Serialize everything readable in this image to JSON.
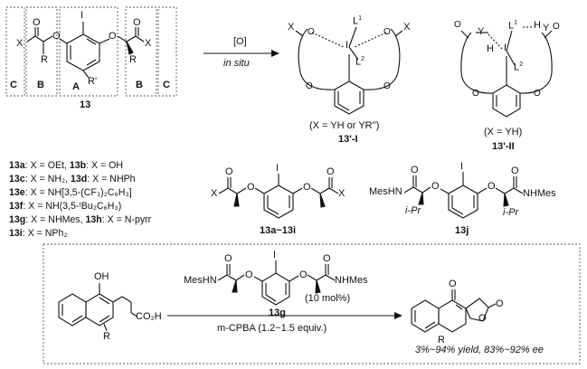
{
  "top_scheme": {
    "compound_label": "13",
    "region_labels": {
      "C_left": "C",
      "B_left": "B",
      "A": "A",
      "B_right": "B",
      "C_right": "C"
    },
    "arrow_above": "[O]",
    "arrow_below": "in situ",
    "intermediate_I_label": "13'-I",
    "intermediate_I_note": "(X = YH or YR'')",
    "intermediate_II_label": "13'-II",
    "intermediate_II_note": "(X = YH)"
  },
  "atoms": {
    "X": "X",
    "O": "O",
    "I": "I",
    "R": "R",
    "R_prime": "R'",
    "Y": "Y",
    "H": "H",
    "L1": "L",
    "L1_sup": "1",
    "L2": "L",
    "L2_sup": "2"
  },
  "compound_list": [
    {
      "id": "13a",
      "text": ": X = OEt, ",
      "id2": "13b",
      "text2": ": X = OH"
    },
    {
      "id": "13c",
      "text": ": X = NH₂, ",
      "id2": "13d",
      "text2": ": X = NHPh"
    },
    {
      "id": "13e",
      "text": ": X = NH[3,5-(CF₃)₂C₆H₃]",
      "id2": "",
      "text2": ""
    },
    {
      "id": "13f",
      "text": ": X = NH(3,5-ᵗBu₂C₆H₃)",
      "id2": "",
      "text2": ""
    },
    {
      "id": "13g",
      "text": ": X = NHMes, ",
      "id2": "13h",
      "text2": ": X = N-pyrr"
    },
    {
      "id": "13i",
      "text": ": X = NPh₂",
      "id2": "",
      "text2": ""
    }
  ],
  "middle": {
    "generic_label": "13a~13i",
    "j_label": "13j",
    "mes_hn": "MesHN",
    "nhmes": "NHMes",
    "ipr": "i-Pr"
  },
  "reaction_box": {
    "catalyst_label": "13g",
    "catalyst_loading": "(10 mol%)",
    "mes_hn": "MesHN",
    "nhmes": "NHMes",
    "substituent_oh": "OH",
    "substituent_co2h": "CO₂H",
    "substituent_r": "R",
    "oxidant": "m-CPBA (1.2~1.5 equiv.)",
    "product_o": "O",
    "result": "3%~94% yield, 83%~92% ee"
  }
}
